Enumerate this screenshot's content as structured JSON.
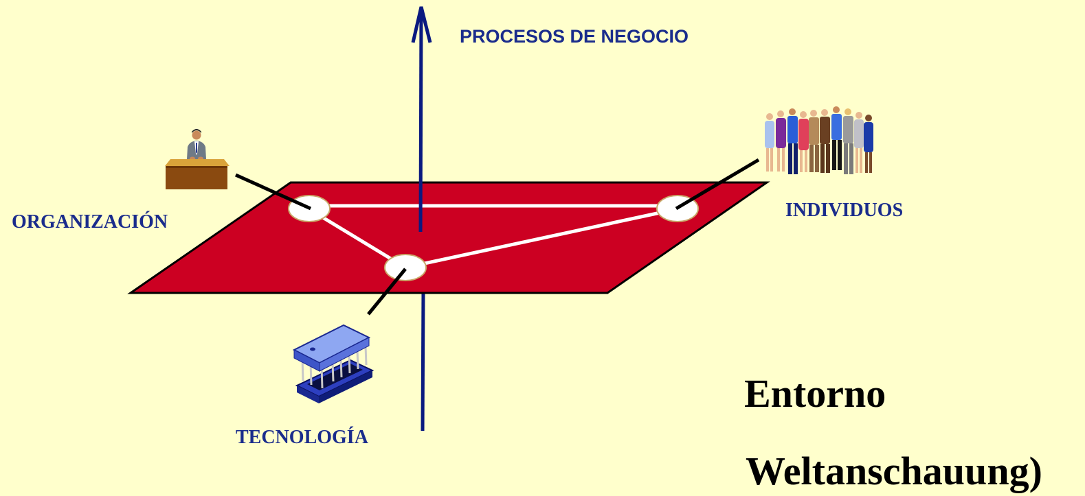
{
  "labels": {
    "axis": "PROCESOS DE NEGOCIO",
    "organization": "ORGANIZACIÓN",
    "individuals": "INDIVIDUOS",
    "technology": "TECNOLOGÍA",
    "environment_1": "Entorno",
    "environment_2": "Weltanschauung)"
  },
  "colors": {
    "background": "#ffffcc",
    "plane": "#cc0022",
    "axis": "#0a1a80",
    "label_blue": "#1a2c8c",
    "triangle_edges": "#ffffff",
    "node_fill": "#ffffff",
    "connectors": "#000000"
  },
  "icons": {
    "organization": "executive-at-desk-icon",
    "individuals": "group-of-people-icon",
    "technology": "microchip-icon"
  }
}
